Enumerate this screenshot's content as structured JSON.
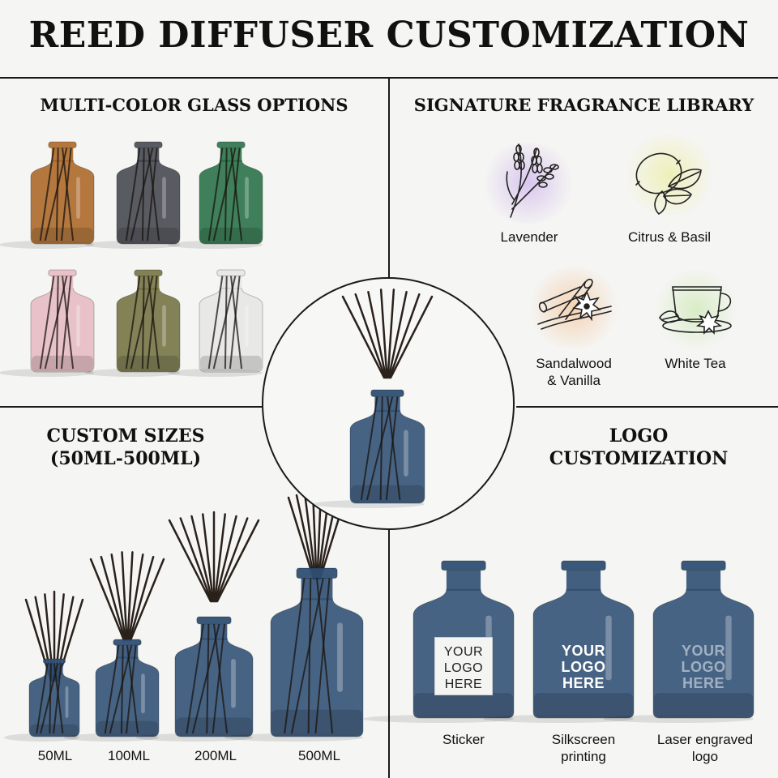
{
  "title": "REED DIFFUSER CUSTOMIZATION",
  "sections": {
    "colors": {
      "title": "MULTI-COLOR GLASS OPTIONS"
    },
    "fragrance": {
      "title": "SIGNATURE FRAGRANCE LIBRARY",
      "items": [
        {
          "label": "Lavender",
          "icon": "lavender-icon",
          "glow": "#d9c6ee"
        },
        {
          "label": "Citrus & Basil",
          "icon": "lemon-basil-icon",
          "glow": "#eef0b8"
        },
        {
          "label_line1": "Sandalwood",
          "label_line2": "& Vanilla",
          "icon": "cinnamon-vanilla-icon",
          "glow": "#f4d3b4"
        },
        {
          "label": "White Tea",
          "icon": "teacup-icon",
          "glow": "#d8ecc6"
        }
      ]
    },
    "sizes": {
      "title_line1": "CUSTOM SIZES",
      "title_line2": "(50ML-500ML)",
      "items": [
        "50ML",
        "100ML",
        "200ML",
        "500ML"
      ]
    },
    "logo": {
      "title_line1": "LOGO",
      "title_line2": "CUSTOMIZATION",
      "logo_lines": [
        "YOUR",
        "LOGO",
        "HERE"
      ],
      "methods": [
        {
          "line1": "Sticker",
          "line2": ""
        },
        {
          "line1": "Silkscreen",
          "line2": "printing"
        },
        {
          "line1": "Laser engraved",
          "line2": "logo"
        }
      ]
    }
  },
  "colors": {
    "amber": "#a8621f",
    "smoke": "#3d4048",
    "green": "#1f6b3e",
    "pink": "#e5b8bf",
    "olive": "#6f6d3b",
    "clear": "#dcdcdc",
    "blue": "#2f4f73"
  }
}
